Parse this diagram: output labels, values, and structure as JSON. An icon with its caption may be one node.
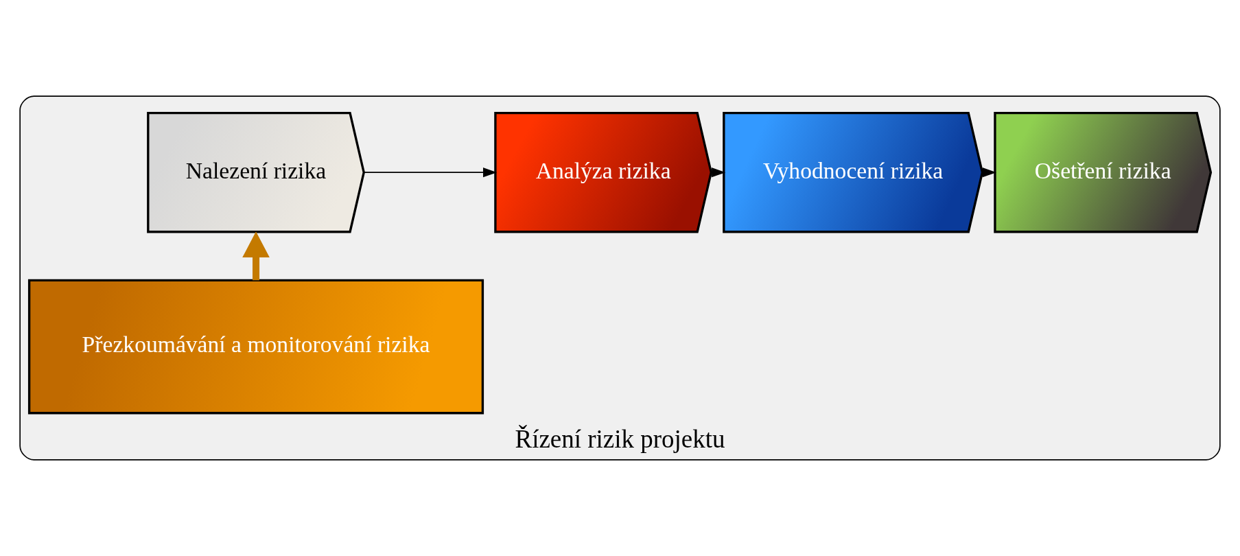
{
  "diagram": {
    "nodes": [
      {
        "text": [
          "Řízení rizik projektu"
        ]
      },
      {
        "text": [
          "Nalezení rizika"
        ],
        "in": 0
      },
      {
        "text": [
          "Analýza rizika"
        ],
        "in": 0
      },
      {
        "text": [
          "Vyhodnocení rizika"
        ],
        "in": 0
      },
      {
        "text": [
          "Ošetření rizika"
        ],
        "in": 0
      },
      {
        "text": [
          "Přezkoumávání a monitorování rizika"
        ],
        "in": 0
      }
    ],
    "edges": [
      {
        "from": 1,
        "to": 2,
        "arrow": "to"
      },
      {
        "from": 2,
        "to": 3,
        "arrow": "to"
      },
      {
        "from": 3,
        "to": 4,
        "arrow": "to"
      },
      {
        "from": 5,
        "to": 1,
        "arrow": "to",
        "style": "thick",
        "color": "#c47a00"
      }
    ]
  }
}
